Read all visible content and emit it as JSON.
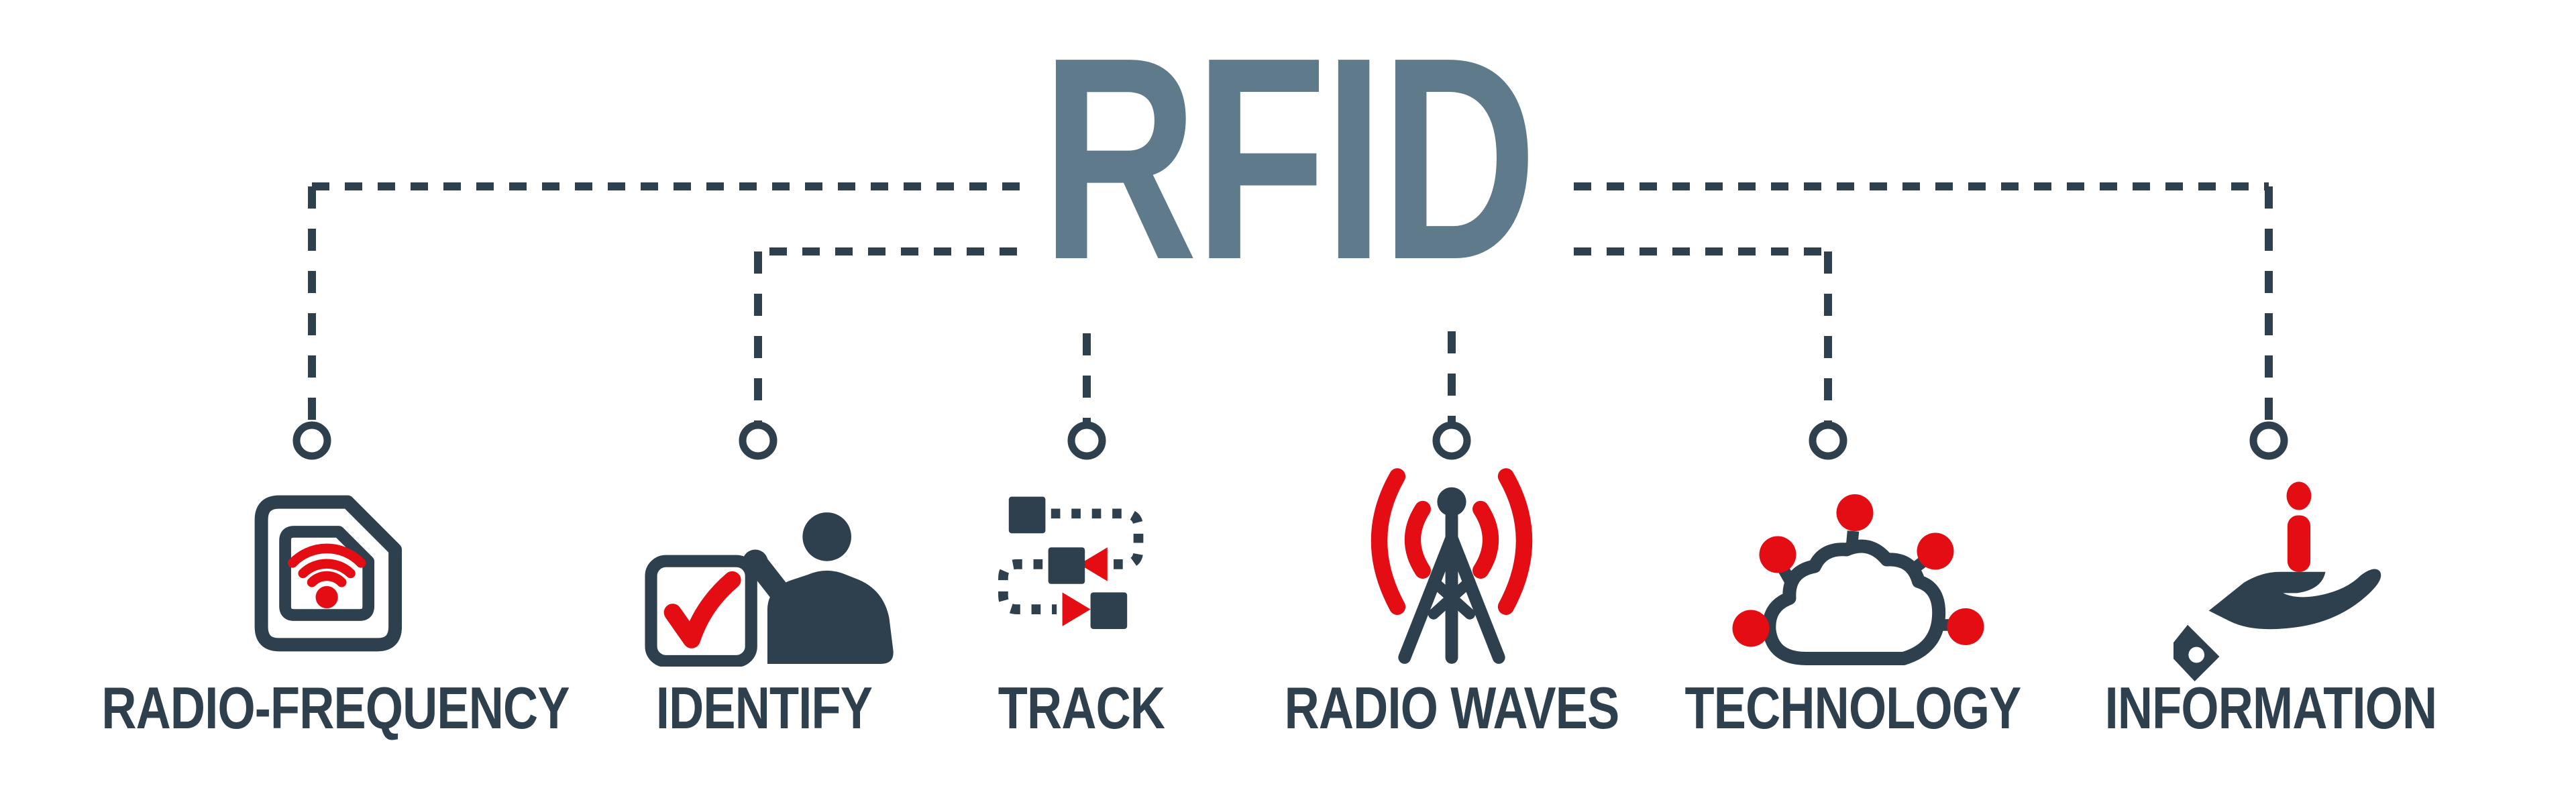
{
  "title": "RFID",
  "items": [
    {
      "label": "RADIO-FREQUENCY",
      "icon": "rfid-tag-icon"
    },
    {
      "label": "IDENTIFY",
      "icon": "identify-checkbox-person-icon"
    },
    {
      "label": "TRACK",
      "icon": "track-route-icon"
    },
    {
      "label": "RADIO WAVES",
      "icon": "radio-tower-icon"
    },
    {
      "label": "TECHNOLOGY",
      "icon": "cloud-network-icon"
    },
    {
      "label": "INFORMATION",
      "icon": "hand-info-icon"
    }
  ],
  "colors": {
    "background": "#ffffff",
    "title": "#5e7a8b",
    "dark": "#2e404e",
    "accent": "#e30d13"
  }
}
